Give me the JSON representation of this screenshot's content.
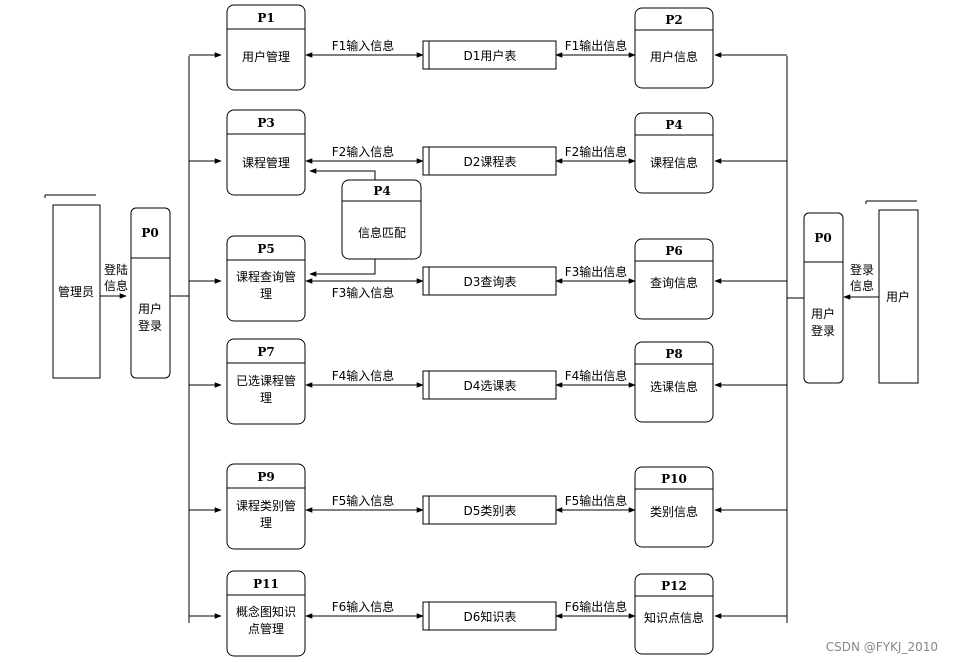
{
  "watermark": "CSDN @FYKJ_2010",
  "admin": {
    "entity": "管理员",
    "login_label": [
      "登陆",
      "信息"
    ],
    "process_id": "P0",
    "process_name": [
      "用户",
      "登录"
    ]
  },
  "user": {
    "entity": "用户",
    "login_label": [
      "登录",
      "信息"
    ],
    "process_id": "P0",
    "process_name": [
      "用户",
      "登录"
    ]
  },
  "rows": [
    {
      "left_id": "P1",
      "left_name": [
        "用户管理"
      ],
      "in_flow": "F1输入信息",
      "store": "D1用户表",
      "out_flow": "F1输出信息",
      "right_id": "P2",
      "right_name": [
        "用户信息"
      ]
    },
    {
      "left_id": "P3",
      "left_name": [
        "课程管理"
      ],
      "in_flow": "F2输入信息",
      "store": "D2课程表",
      "out_flow": "F2输出信息",
      "right_id": "P4",
      "right_name": [
        "课程信息"
      ]
    },
    {
      "left_id": "P5",
      "left_name": [
        "课程查询管",
        "理"
      ],
      "in_flow": "F3输入信息",
      "store": "D3查询表",
      "out_flow": "F3输出信息",
      "right_id": "P6",
      "right_name": [
        "查询信息"
      ]
    },
    {
      "left_id": "P7",
      "left_name": [
        "已选课程管",
        "理"
      ],
      "in_flow": "F4输入信息",
      "store": "D4选课表",
      "out_flow": "F4输出信息",
      "right_id": "P8",
      "right_name": [
        "选课信息"
      ]
    },
    {
      "left_id": "P9",
      "left_name": [
        "课程类别管",
        "理"
      ],
      "in_flow": "F5输入信息",
      "store": "D5类别表",
      "out_flow": "F5输出信息",
      "right_id": "P10",
      "right_name": [
        "类别信息"
      ]
    },
    {
      "left_id": "P11",
      "left_name": [
        "概念图知识",
        "点管理"
      ],
      "in_flow": "F6输入信息",
      "store": "D6知识表",
      "out_flow": "F6输出信息",
      "right_id": "P12",
      "right_name": [
        "知识点信息"
      ]
    }
  ],
  "match": {
    "id": "P4",
    "name": "信息匹配"
  }
}
